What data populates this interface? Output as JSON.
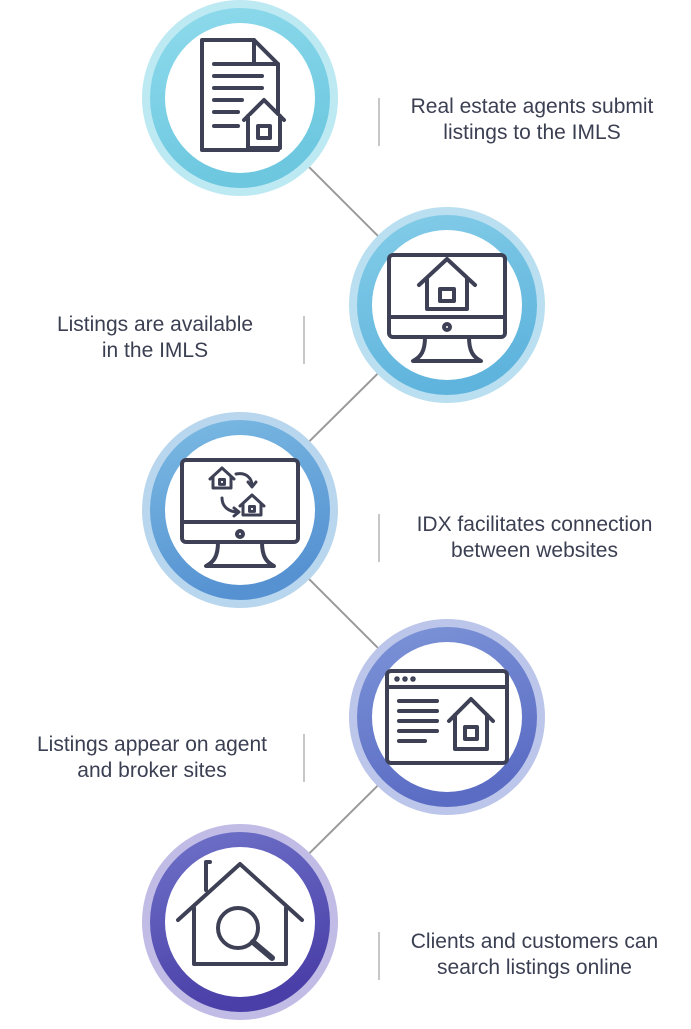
{
  "steps": [
    {
      "icon": "document-house-icon",
      "line1": "Real estate agents submit",
      "line2": "listings to the IMLS",
      "colors": {
        "outer": "#bde9f3",
        "ring_light": "#8fdbec",
        "ring_dark": "#6cc7df"
      }
    },
    {
      "icon": "monitor-house-icon",
      "line1": "Listings are available",
      "line2": "in the IMLS",
      "colors": {
        "outer": "#b9dff0",
        "ring_light": "#84cde8",
        "ring_dark": "#5fb4dd"
      }
    },
    {
      "icon": "monitor-exchange-icon",
      "line1": "IDX facilitates connection",
      "line2": "between websites",
      "colors": {
        "outer": "#b8d6ee",
        "ring_light": "#7bbbe3",
        "ring_dark": "#5692d2"
      }
    },
    {
      "icon": "browser-listing-icon",
      "line1": "Listings appear on agent",
      "line2": "and broker sites",
      "colors": {
        "outer": "#bcc6ea",
        "ring_light": "#7d95d8",
        "ring_dark": "#5b6cc4"
      }
    },
    {
      "icon": "house-search-icon",
      "line1": "Clients and customers can",
      "line2": "search listings online",
      "colors": {
        "outer": "#c1bce6",
        "ring_light": "#6f73c9",
        "ring_dark": "#4a3fa8"
      }
    }
  ],
  "colors": {
    "icon_stroke": "#3e4156",
    "connector": "#9a9a9a"
  }
}
